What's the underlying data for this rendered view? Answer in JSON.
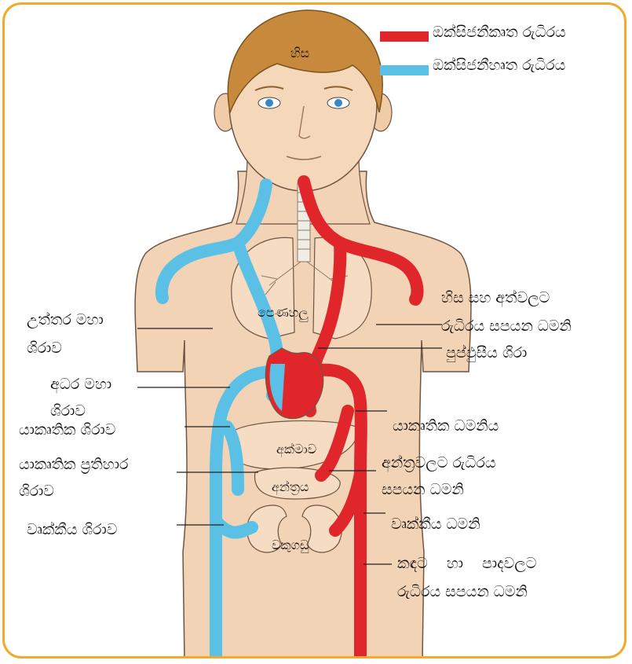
{
  "legend": {
    "oxygenated": "ඔක්සිජනීකෘත රුධිරය",
    "deoxygenated": "ඔක්සිජනීහෘත රුධිරය",
    "oxygenated_color": "#e0262b",
    "deoxygenated_color": "#5ac0e6"
  },
  "organs": {
    "head": "හිස",
    "lungs": "පෙණහලු",
    "liver": "අක්මාව",
    "intestine": "අන්ත්‍රය",
    "kidneys": "වකුගඩු"
  },
  "labels": {
    "superior_vena_cava": [
      "උත්තර මහා",
      "ශිරාව"
    ],
    "inferior_vena_cava": [
      "අධර මහා",
      "ශිරාව"
    ],
    "hepatic_vein": "යාකෘතික ශිරාව",
    "hepatic_portal_vein": [
      "යාකෘතික ප්‍රතිහාර",
      "ශිරාව"
    ],
    "renal_vein": "වෘක්කීය ශිරාව",
    "head_arms_artery": [
      "හිස සහ අත්වලට",
      "රුධිරය සපයන ධමනි"
    ],
    "pulmonary_vein": "පුප්ඵුසීය ශිරා",
    "hepatic_artery": "යාකෘතික ධමනිය",
    "intestine_artery": [
      "අන්ත්‍රවලට රුධිරය",
      "සපයන ධමනි"
    ],
    "renal_artery": "වෘක්කීය ධමනි",
    "legs_artery": [
      "කඳට හා පාදවලට",
      "රුධිරය සපයන ධමනි"
    ]
  }
}
